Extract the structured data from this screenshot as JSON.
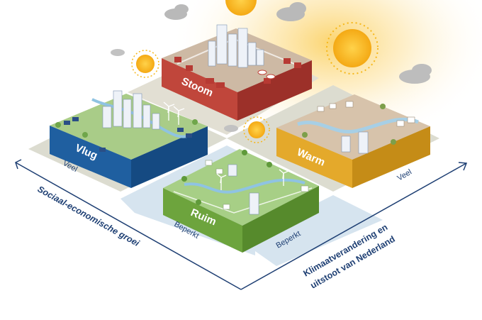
{
  "scenarios": {
    "stoom": {
      "label": "Stoom",
      "top_color": "#cdb9a4",
      "side_color": "#c0463b",
      "side_dark": "#9c3029"
    },
    "vlug": {
      "label": "Vlug",
      "top_color": "#a9cc88",
      "side_color": "#1f5fa0",
      "side_dark": "#154a82"
    },
    "warm": {
      "label": "Warm",
      "top_color": "#d7c3ab",
      "side_color": "#e4a92b",
      "side_dark": "#c58c17"
    },
    "ruim": {
      "label": "Ruim",
      "top_color": "#a7cf86",
      "side_color": "#6da43d",
      "side_dark": "#568a2c"
    }
  },
  "axes": {
    "left_title": "Sociaal-economische groei",
    "right_title_line1": "Klimaatverandering en",
    "right_title_line2": "uitstoot van Nederland",
    "left_high": "Veel",
    "left_low": "Beperkt",
    "right_high": "Veel",
    "right_low": "Beperkt"
  },
  "colors": {
    "axis": "#1e3f73",
    "label_text": "#1e3f73",
    "tile_dark": "#dcdcd0",
    "tile_light": "#d6e4ef",
    "sun": "#f6b71a",
    "cloud": "#b9b9b9"
  },
  "icons": [
    "sun-icon",
    "cloud-icon",
    "wind-turbine-icon",
    "tree-icon"
  ]
}
